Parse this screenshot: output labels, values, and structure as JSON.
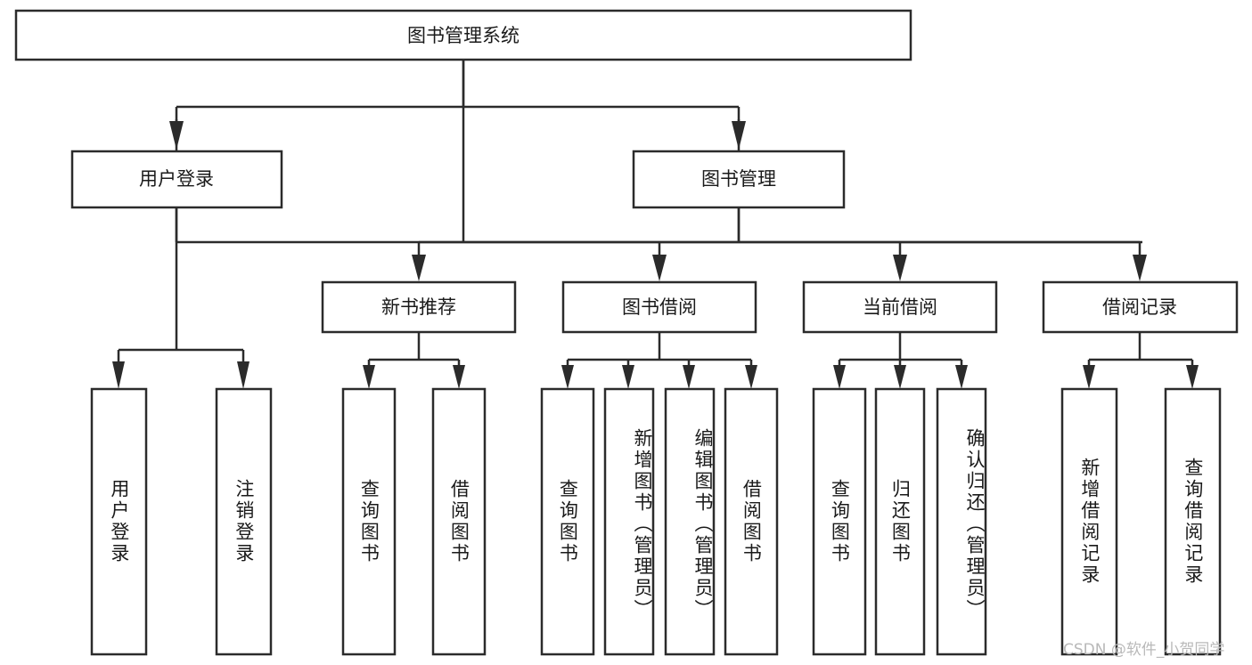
{
  "diagram": {
    "type": "tree-hierarchy",
    "title_node": {
      "id": "root",
      "label": "图书管理系统"
    },
    "level1": [
      {
        "id": "user-login",
        "label": "用户登录"
      },
      {
        "id": "book-manage",
        "label": "图书管理"
      }
    ],
    "level2": [
      {
        "id": "new-book-rec",
        "label": "新书推荐",
        "parent": "book-manage"
      },
      {
        "id": "book-borrow",
        "label": "图书借阅",
        "parent": "book-manage"
      },
      {
        "id": "current-borrow",
        "label": "当前借阅",
        "parent": "book-manage"
      },
      {
        "id": "borrow-record",
        "label": "借阅记录",
        "parent": "book-manage"
      }
    ],
    "leaves": [
      {
        "id": "leaf-user-login",
        "label": "用户登录",
        "parent": "user-login"
      },
      {
        "id": "leaf-logout-login",
        "label": "注销登录",
        "parent": "user-login"
      },
      {
        "id": "leaf-query-book-1",
        "label": "查询图书",
        "parent": "new-book-rec"
      },
      {
        "id": "leaf-borrow-book-1",
        "label": "借阅图书",
        "parent": "new-book-rec"
      },
      {
        "id": "leaf-query-book-2",
        "label": "查询图书",
        "parent": "book-borrow"
      },
      {
        "id": "leaf-add-book",
        "label": "新增图书（管理员）",
        "parent": "book-borrow"
      },
      {
        "id": "leaf-edit-book",
        "label": "编辑图书（管理员）",
        "parent": "book-borrow"
      },
      {
        "id": "leaf-borrow-book-2",
        "label": "借阅图书",
        "parent": "book-borrow"
      },
      {
        "id": "leaf-query-book-3",
        "label": "查询图书",
        "parent": "current-borrow"
      },
      {
        "id": "leaf-return-book",
        "label": "归还图书",
        "parent": "current-borrow"
      },
      {
        "id": "leaf-confirm-return",
        "label": "确认归还（管理员）",
        "parent": "current-borrow"
      },
      {
        "id": "leaf-add-record",
        "label": "新增借阅记录",
        "parent": "borrow-record"
      },
      {
        "id": "leaf-query-record",
        "label": "查询借阅记录",
        "parent": "borrow-record"
      }
    ],
    "colors": {
      "stroke": "#2b2b2b",
      "fill": "#ffffff",
      "text": "#1a1a1a",
      "watermark": "#b9b9b9"
    }
  },
  "watermark": {
    "text": "CSDN @软件_小贺同学"
  }
}
